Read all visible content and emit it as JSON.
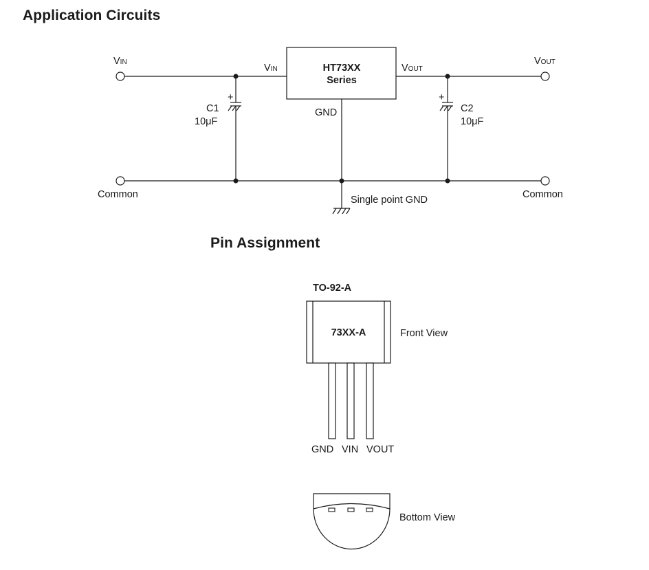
{
  "headings": {
    "application_circuits": "Application Circuits",
    "pin_assignment": "Pin Assignment"
  },
  "circuit": {
    "vin_terminal": {
      "main": "V",
      "sub": "IN"
    },
    "vout_terminal": {
      "main": "V",
      "sub": "OUT"
    },
    "ic_vin_pin": {
      "main": "V",
      "sub": "IN"
    },
    "ic_vout_pin": {
      "main": "V",
      "sub": "OUT"
    },
    "ic_name": "HT73XX",
    "ic_series": "Series",
    "ic_gnd": "GND",
    "c1_name": "C1",
    "c1_value": "10μF",
    "c2_name": "C2",
    "c2_value": "10μF",
    "common_left": "Common",
    "common_right": "Common",
    "single_point_gnd": "Single point GND",
    "plus_sign": "+"
  },
  "package": {
    "name": "TO-92-A",
    "marking": "73XX-A",
    "front_view": "Front View",
    "bottom_view": "Bottom View",
    "pins": [
      "GND",
      "VIN",
      "VOUT"
    ]
  }
}
